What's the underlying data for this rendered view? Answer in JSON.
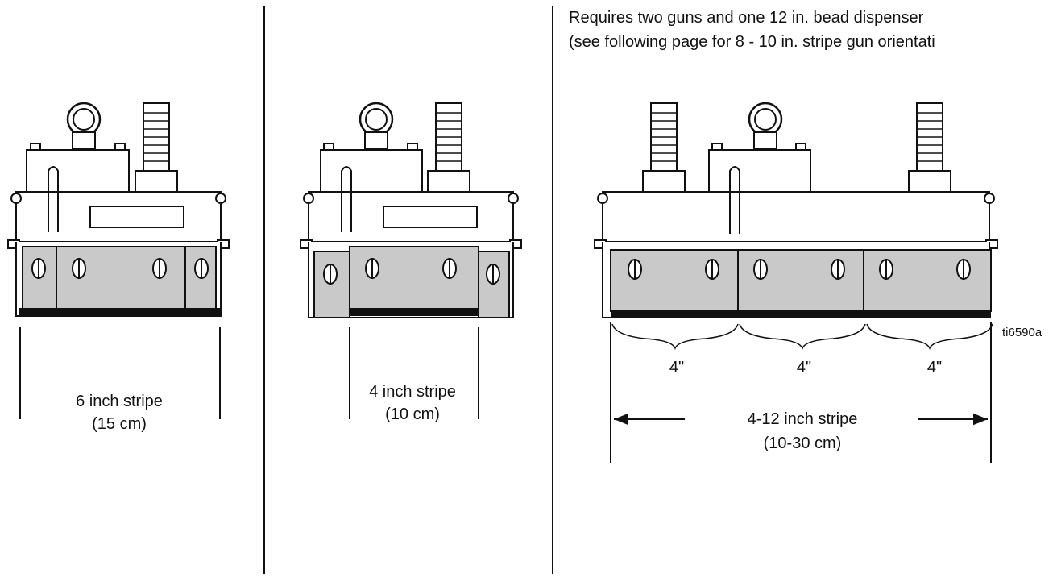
{
  "note": {
    "line1": "Requires two guns and one 12 in. bead dispenser",
    "line2": "(see following page for 8 - 10 in. stripe gun orientati"
  },
  "panels": [
    {
      "stripe_label": "6 inch stripe",
      "metric_label": "(15 cm)"
    },
    {
      "stripe_label": "4 inch stripe",
      "metric_label": "(10 cm)"
    },
    {
      "stripe_label": "4-12 inch stripe",
      "metric_label": "(10-30 cm)",
      "segments": [
        "4\"",
        "4\"",
        "4\""
      ]
    }
  ],
  "figure_id": "ti6590a",
  "colors": {
    "line": "#111111",
    "shoe_fill": "#c9c9c9",
    "body_fill": "#ffffff",
    "base": "#111111"
  }
}
